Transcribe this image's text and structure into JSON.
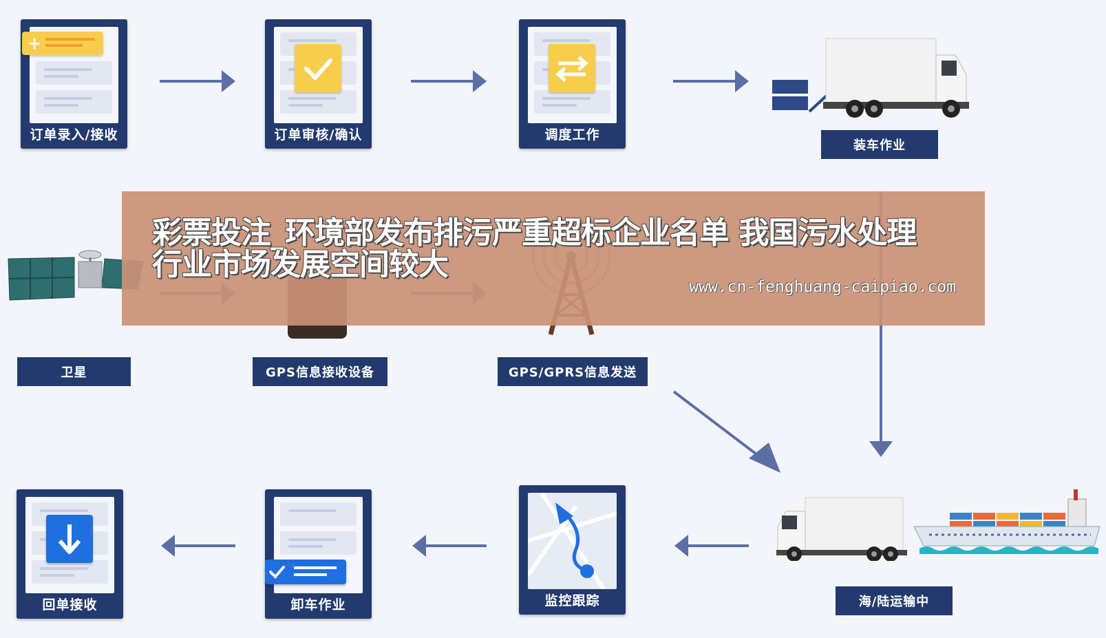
{
  "steps": {
    "order_entry": "订单录入/接收",
    "order_review": "订单审核/确认",
    "dispatch": "调度工作",
    "loading": "装车作业",
    "satellite": "卫星",
    "gps_receiver": "GPS信息接收设备",
    "gps_sender": "GPS/GPRS信息发送",
    "in_transit": "海/陆运输中",
    "monitoring": "监控跟踪",
    "unloading": "卸车作业",
    "receipt": "回单接收"
  },
  "banner": {
    "title": "彩票投注_环境部发布排污严重超标企业名单 我国污水处理行业市场发展空间较大",
    "url": "www.cn-fenghuang-caipiao.com"
  },
  "icons": {
    "order_entry": "add-document-icon",
    "order_review": "check-document-icon",
    "dispatch": "swap-document-icon",
    "monitoring": "map-route-icon",
    "unloading": "checked-document-icon",
    "receipt": "download-document-icon",
    "satellite": "satellite-icon",
    "gps_receiver": "gps-device-icon",
    "gps_sender": "signal-tower-icon",
    "loading": "truck-icon",
    "in_transit": "truck-and-ship-icon"
  },
  "colors": {
    "card": "#223a6e",
    "arrow": "#5b6fa6",
    "yellow": "#f8cd4d",
    "blue": "#1f6fe0",
    "banner": "#c99176"
  }
}
